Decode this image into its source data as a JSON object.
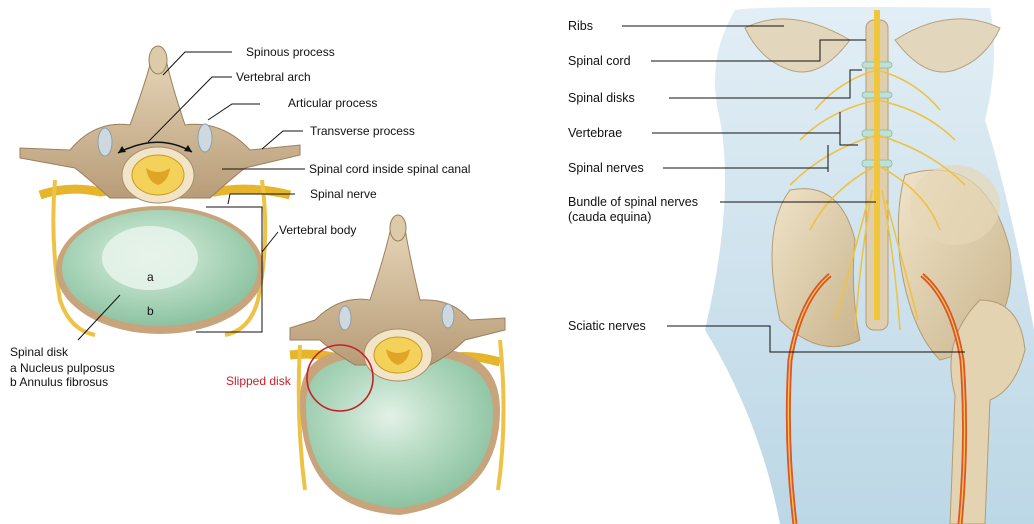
{
  "left_labels": {
    "spinous_process": "Spinous process",
    "vertebral_arch": "Vertebral arch",
    "articular_process": "Articular process",
    "transverse_process": "Transverse process",
    "spinal_cord_canal": "Spinal cord inside spinal canal",
    "spinal_nerve": "Spinal nerve",
    "vertebral_body": "Vertebral body",
    "marker_a": "a",
    "marker_b": "b",
    "spinal_disk_title": "Spinal disk",
    "nucleus": "a  Nucleus pulposus",
    "annulus": "b  Annulus fibrosus",
    "slipped_disk": "Slipped disk"
  },
  "right_labels": {
    "ribs": "Ribs",
    "spinal_cord": "Spinal cord",
    "spinal_disks": "Spinal disks",
    "vertebrae": "Vertebrae",
    "spinal_nerves": "Spinal nerves",
    "bundle_line1": "Bundle of spinal nerves",
    "bundle_line2": "(cauda equina)",
    "sciatic": "Sciatic nerves"
  },
  "colors": {
    "bone": "#d9c7a7",
    "bone_dark": "#a88e6b",
    "disk": "#9fcfb1",
    "disk_light": "#cfe6d6",
    "nerve": "#f0c33a",
    "cord": "#f4d25a",
    "sciatic_red": "#d9542f",
    "body_blue": "#cfe3ee",
    "highlight_red": "#c8202a"
  }
}
